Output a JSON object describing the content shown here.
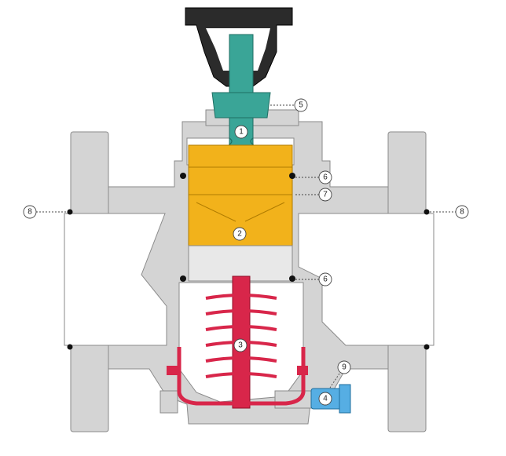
{
  "diagram": {
    "colors": {
      "body": "#d4d4d4",
      "body_outline": "#8a8a8a",
      "actuator": "#2b2b2b",
      "stem": "#3aa597",
      "plug": "#f2b21b",
      "spring": "#d8264a",
      "fitting": "#56aee3",
      "seal": "#111111"
    },
    "callouts": [
      {
        "id": "1",
        "label": "1",
        "part": "stem"
      },
      {
        "id": "2",
        "label": "2",
        "part": "plug"
      },
      {
        "id": "3",
        "label": "3",
        "part": "spring"
      },
      {
        "id": "4",
        "label": "4",
        "part": "fitting"
      },
      {
        "id": "5a",
        "label": "5",
        "part": "bonnet-nut"
      },
      {
        "id": "6a",
        "label": "6",
        "part": "seal-upper"
      },
      {
        "id": "6b",
        "label": "6",
        "part": "seal-lower"
      },
      {
        "id": "7",
        "label": "7",
        "part": "guide-seal"
      },
      {
        "id": "8a",
        "label": "8",
        "part": "flange-seal-left"
      },
      {
        "id": "8b",
        "label": "8",
        "part": "flange-seal-right"
      },
      {
        "id": "9",
        "label": "9",
        "part": "drain-fitting"
      }
    ]
  }
}
